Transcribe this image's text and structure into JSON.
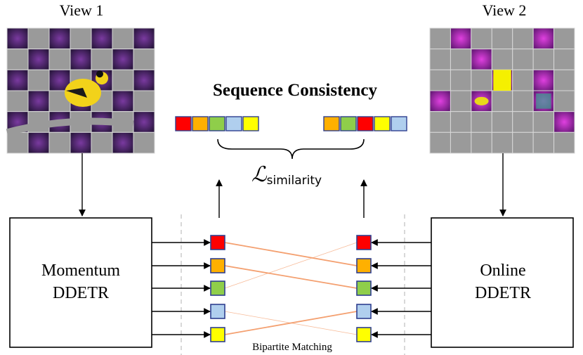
{
  "views": {
    "left_label": "View 1",
    "right_label": "View 2"
  },
  "title": "Sequence Consistency",
  "loss": {
    "symbol": "ℒ",
    "subscript": "similarity"
  },
  "models": {
    "left": {
      "line1": "Momentum",
      "line2": "DDETR"
    },
    "right": {
      "line1": "Online",
      "line2": "DDETR"
    }
  },
  "matching_label": "Bipartite Matching",
  "colors": {
    "red": "#ff0000",
    "orange": "#ffb000",
    "green": "#8fce4a",
    "lightblue": "#b0cfee",
    "yellow": "#ffff00",
    "border": "#2f3f8f",
    "match_line": "#f4a070"
  },
  "left_queries": [
    "red",
    "orange",
    "green",
    "lightblue",
    "yellow"
  ],
  "right_queries": [
    "red",
    "orange",
    "green",
    "lightblue",
    "yellow"
  ],
  "sequence_left": [
    "red",
    "orange",
    "green",
    "lightblue",
    "yellow"
  ],
  "sequence_right": [
    "orange",
    "green",
    "red",
    "yellow",
    "lightblue"
  ],
  "matches": [
    {
      "from": 0,
      "to": 1,
      "strength": "strong"
    },
    {
      "from": 1,
      "to": 2,
      "strength": "strong"
    },
    {
      "from": 2,
      "to": 0,
      "strength": "faint"
    },
    {
      "from": 3,
      "to": 4,
      "strength": "faint"
    },
    {
      "from": 4,
      "to": 3,
      "strength": "strong"
    }
  ]
}
